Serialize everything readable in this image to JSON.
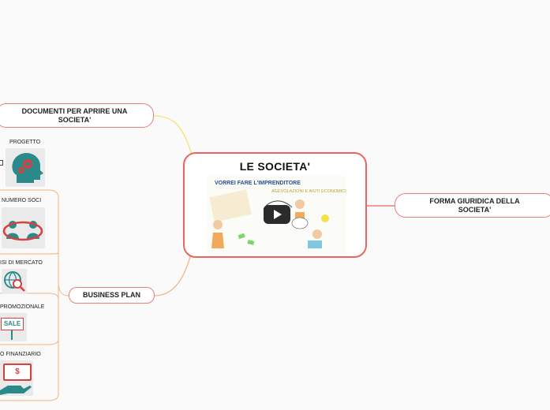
{
  "central": {
    "title": "LE SOCIETA'",
    "video": {
      "title": "VORREI FARE L'IMPRENDITORE",
      "subtitle": "AGEVOLAZIONI E AIUTI ECONOMICI"
    }
  },
  "branches": {
    "documenti": "DOCUMENTI PER APRIRE UNA SOCIETA'",
    "forma": "FORMA GIURIDICA DELLA SOCIETA'",
    "business": "BUSINESS PLAN"
  },
  "leaves": {
    "progetto": "PROGETTO",
    "numero_soci": "NUMERO SOCI",
    "analisi": "ISI DI MERCATO",
    "promozionale": "PROMOZIONALE",
    "finanziario": "O FINANZIARIO"
  },
  "images": {
    "sale_label": "SALE",
    "money_label": "$"
  },
  "colors": {
    "node_border": "#e87e7e",
    "central_border": "#e8665f",
    "link_documenti": "#f5e27a",
    "link_orange": "#f3b47c",
    "link_forma": "#e8665f",
    "icon_teal": "#2a8a8a",
    "icon_red": "#d84040"
  }
}
